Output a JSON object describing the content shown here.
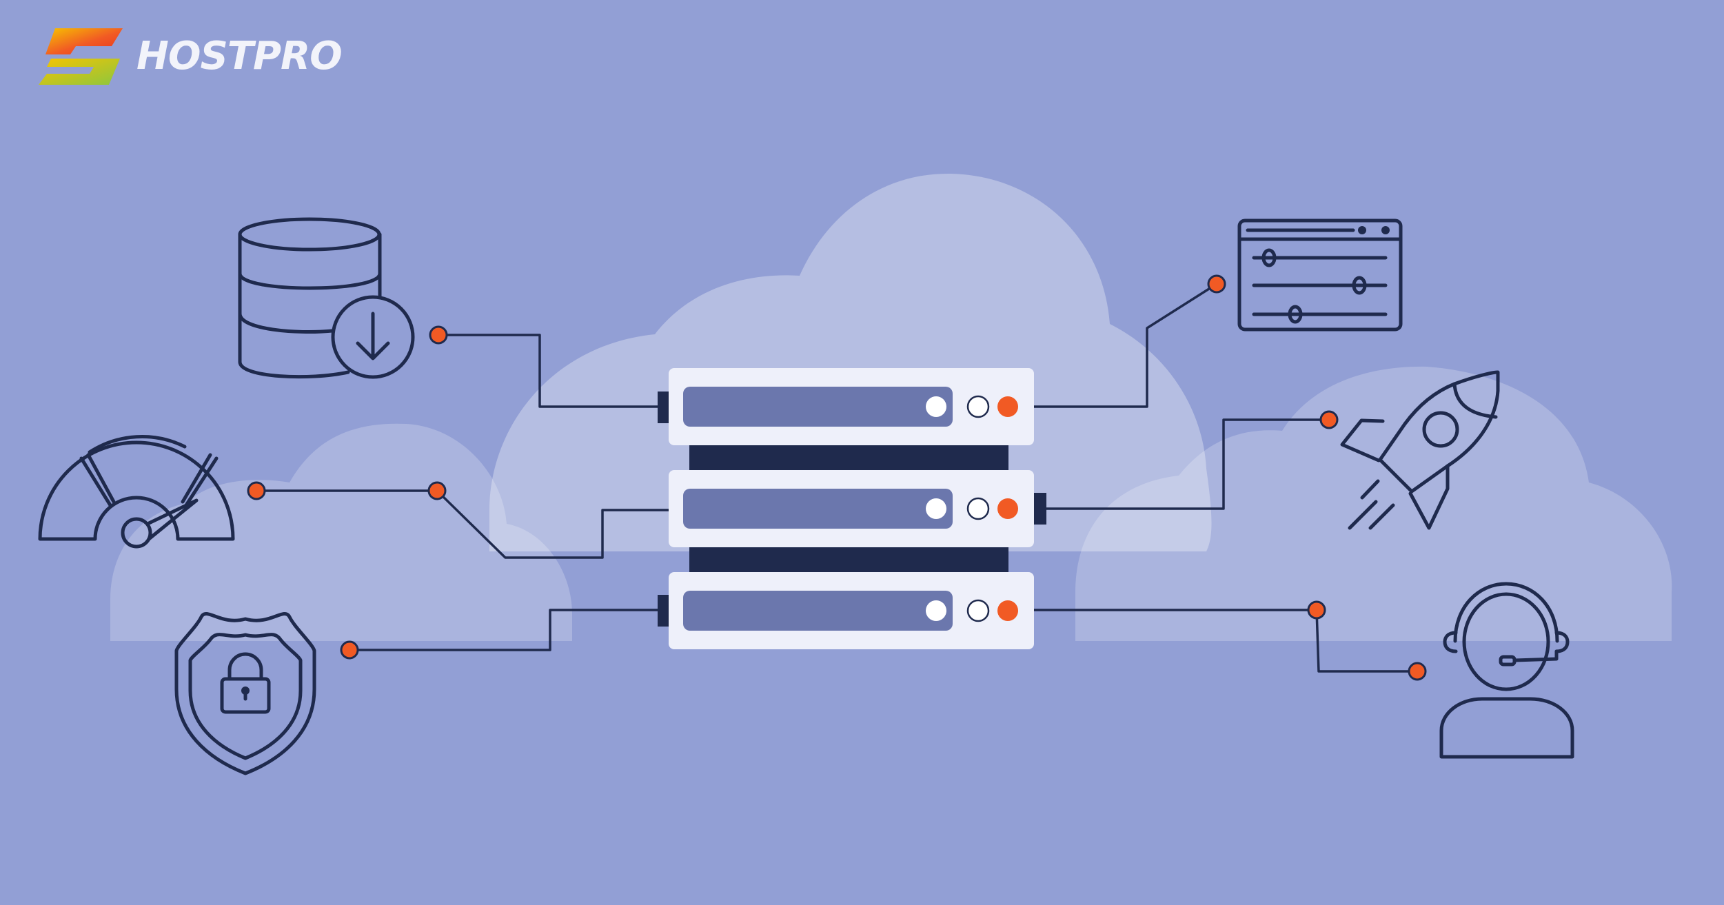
{
  "brand": {
    "name": "HOSTPRO",
    "colors": {
      "background": "#929fd5",
      "outline": "#1f2a4d",
      "accent": "#f15a24",
      "server_panel": "#eef0fa",
      "server_slot": "#6b77ad",
      "logo_orange": "#f15a24",
      "logo_yellow": "#f7c400",
      "logo_green": "#8cc63f"
    }
  },
  "server": {
    "unit_count": 3,
    "indicators": [
      "white-led",
      "outline-led",
      "orange-led"
    ]
  },
  "icons": [
    "database-download-icon",
    "speedometer-icon",
    "security-shield-lock-icon",
    "settings-sliders-window-icon",
    "rocket-launch-icon",
    "support-headset-agent-icon"
  ]
}
